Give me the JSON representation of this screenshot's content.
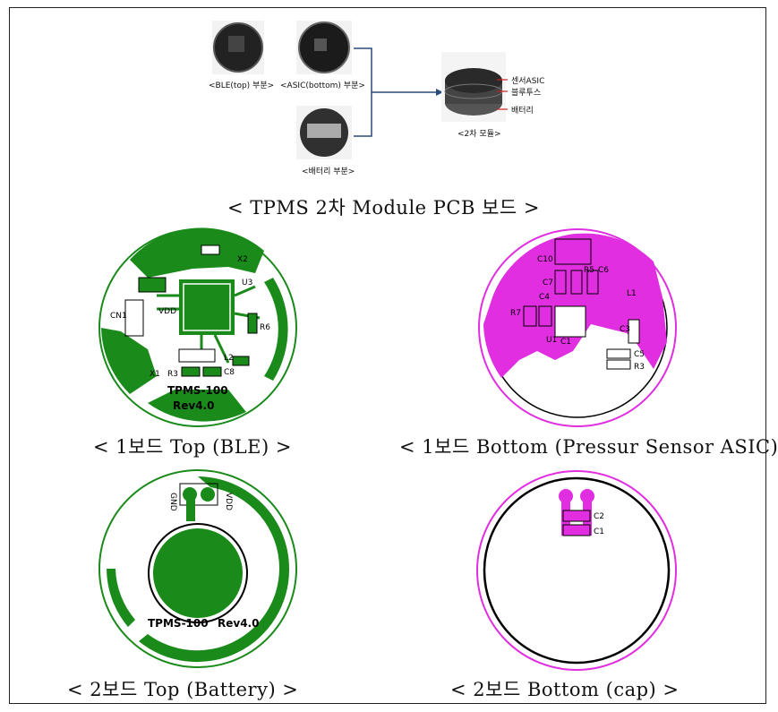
{
  "top_figure": {
    "caption": "< TPMS 2차 Module PCB 보드 >",
    "labels": {
      "ble_top": "<BLE(top) 부분>",
      "asic_bottom": "<ASIC(bottom) 부분>",
      "battery_part": "<배터리 부분>",
      "module_2": "<2차 모듈>",
      "sensor_asic": "센서ASIC",
      "bluetooth": "블루투스",
      "battery": "배터리"
    }
  },
  "boards": {
    "board1_top": {
      "caption": "< 1보드 Top (BLE) >",
      "labels": [
        "CN1",
        "VDD",
        "X1",
        "R3",
        "C8",
        "L2",
        "X2",
        "U3",
        "R6"
      ],
      "text1": "TPMS-100",
      "text2": "Rev4.0"
    },
    "board1_bottom": {
      "caption": "< 1보드 Bottom (Pressur Sensor ASIC) >",
      "labels": [
        "C10",
        "R5",
        "C6",
        "C7",
        "C4",
        "R7",
        "U1",
        "C1",
        "C5",
        "C3",
        "R3",
        "L1"
      ]
    },
    "board2_top": {
      "caption": "< 2보드 Top (Battery) >",
      "labels": [
        "GND",
        "VDD"
      ],
      "text1": "TPMS-100",
      "text2": "Rev4.0"
    },
    "board2_bottom": {
      "caption": "< 2보드 Bottom (cap) >",
      "labels": [
        "C2",
        "C1"
      ]
    }
  },
  "colors": {
    "green": "#1a8a1a",
    "magenta": "#e02ee0",
    "black": "#000000"
  }
}
